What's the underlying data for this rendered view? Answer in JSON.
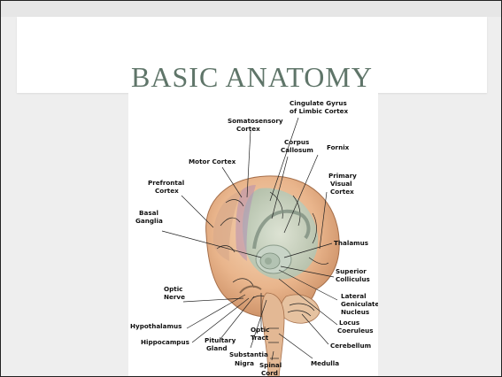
{
  "slide": {
    "title": "BASIC ANATOMY"
  },
  "figure": {
    "labels": {
      "cingulate_gyrus": [
        "Cingulate Gyrus",
        "of Limbic Cortex"
      ],
      "somatosensory_cortex": [
        "Somatosensory",
        "Cortex"
      ],
      "corpus_callosum": [
        "Corpus",
        "Callosum"
      ],
      "fornix": [
        "Fornix"
      ],
      "motor_cortex": [
        "Motor Cortex"
      ],
      "prefrontal_cortex": [
        "Prefrontal",
        "Cortex"
      ],
      "primary_visual_cortex": [
        "Primary",
        "Visual",
        "Cortex"
      ],
      "basal_ganglia": [
        "Basal",
        "Ganglia"
      ],
      "thalamus": [
        "Thalamus"
      ],
      "superior_colliculus": [
        "Superior",
        "Colliculus"
      ],
      "optic_nerve": [
        "Optic",
        "Nerve"
      ],
      "lateral_geniculate_nucleus": [
        "Lateral",
        "Geniculate",
        "Nucleus"
      ],
      "hypothalamus": [
        "Hypothalamus"
      ],
      "locus_coeruleus": [
        "Locus",
        "Coeruleus"
      ],
      "optic_tract": [
        "Optic",
        "Tract"
      ],
      "hippocampus": [
        "Hippocampus"
      ],
      "pituitary_gland": [
        "Pituitary",
        "Gland"
      ],
      "cerebellum": [
        "Cerebellum"
      ],
      "substantia_nigra": [
        "Substantia",
        "Nigra"
      ],
      "spinal_cord": [
        "Spinal",
        "Cord"
      ],
      "medulla": [
        "Medulla"
      ]
    }
  }
}
